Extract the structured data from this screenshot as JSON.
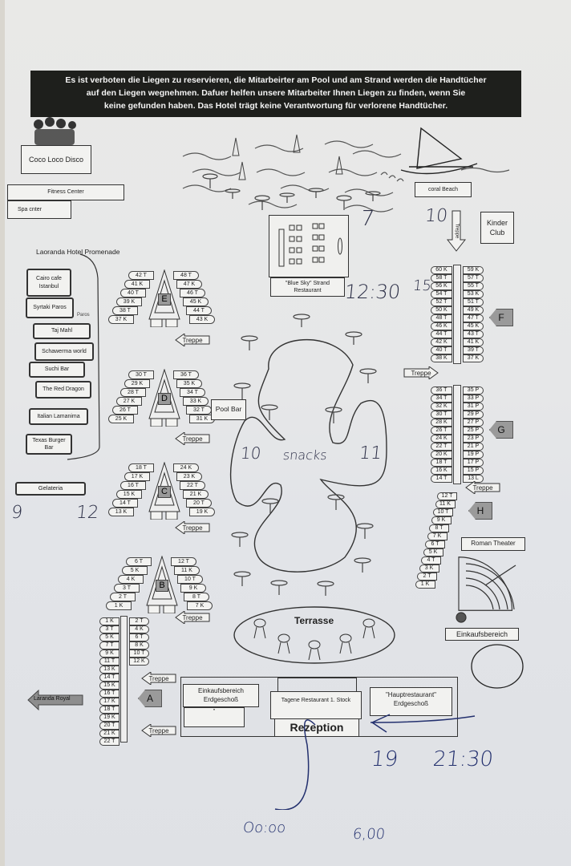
{
  "banner": {
    "line1": "Es ist verboten die Liegen zu reservieren, die Mitarbeirter am Pool und am Strand werden die Handtücher",
    "line2": "auf den Liegen wegnehmen. Dafuer helfen unsere Mitarbeiter Ihnen Liegen zu finden, wenn Sie",
    "line3": "keine gefunden haben. Das Hotel trägt keine Verantwortung für verlorene Handtücher."
  },
  "places": {
    "coco_loco": "Coco Loco Disco",
    "fitness": "Fitness Center",
    "spa": "Spa cnter",
    "coral_beach": "coral Beach",
    "kinder_club": "Kinder Club",
    "blue_sky": "\"Blue Sky\" Strand Restaurant",
    "promenade": "Laoranda Hotel Promenade",
    "paros": "Paros",
    "pool_bar": "Pool Bar",
    "gelateria": "Gelateria",
    "roman_theater": "Roman Theater",
    "einkauf": "Einkaufsbereich",
    "terrasse": "Terrasse",
    "laranda_royal": "Laranda Royal",
    "einkauf_eg": "Einkaufsbereich Erdgeschoß",
    "einkauf_eg_sub": "\"",
    "tagene": "Tagene Restaurant 1. Stock",
    "haupt": "\"Hauptrestaurant\" Erdgeschoß",
    "rezeption": "Rezeption",
    "treppe": "Treppe"
  },
  "restaurants": [
    "Cairo cafe Istanbul",
    "Syrtaki Paros",
    "Taj Mahl",
    "Schawerma world",
    "Suchi Bar",
    "The Red Dragon",
    "Italian Lamanima",
    "Texas Burger Bar"
  ],
  "pyramids": [
    {
      "letter": "E",
      "left": [
        "42 T",
        "41 K",
        "40 T",
        "39 K",
        "38 T",
        "37 K"
      ],
      "right": [
        "48 T",
        "47 K",
        "46 T",
        "45 K",
        "44 T",
        "43 K"
      ]
    },
    {
      "letter": "D",
      "left": [
        "30 T",
        "29 K",
        "28 T",
        "27 K",
        "26 T",
        "25 K"
      ],
      "right": [
        "36 T",
        "35 K",
        "34 T",
        "33 K",
        "32 T",
        "31 K"
      ]
    },
    {
      "letter": "C",
      "left": [
        "18 T",
        "17 K",
        "16 T",
        "15 K",
        "14 T",
        "13 K"
      ],
      "right": [
        "24 K",
        "23 K",
        "22 T",
        "21 K",
        "20 T",
        "19 K"
      ]
    },
    {
      "letter": "B",
      "left": [
        "6 T",
        "5 K",
        "4 K",
        "3 T",
        "2 T",
        "1 K"
      ],
      "right": [
        "12 T",
        "11 K",
        "10 T",
        "9 K",
        "8 T",
        "7 K"
      ]
    }
  ],
  "columns": [
    {
      "letter": "A",
      "left": [
        "1 K",
        "3 T",
        "5 K",
        "7 T",
        "9 K",
        "11 T",
        "13 K",
        "14 T",
        "15 K",
        "16 T",
        "17 K",
        "18 T",
        "19 K",
        "20 T",
        "21 K",
        "22 T"
      ],
      "right": [
        "2 T",
        "4 K",
        "6 T",
        "8 K",
        "10 T",
        "12 K"
      ]
    },
    {
      "letter": "F",
      "left": [
        "60 K",
        "58 T",
        "56 K",
        "54 T",
        "52 T",
        "50 K",
        "48 T",
        "46 K",
        "44 T",
        "42 K",
        "40 T",
        "38 K"
      ],
      "right": [
        "59 K",
        "57 T",
        "55 T",
        "53 K",
        "51 T",
        "49 K",
        "47 T",
        "45 K",
        "43 T",
        "41 K",
        "39 T",
        "37 K"
      ]
    },
    {
      "letter": "G",
      "left": [
        "36 T",
        "34 T",
        "32 K",
        "30 T",
        "28 K",
        "26 T",
        "24 K",
        "22 T",
        "20 K",
        "18 T",
        "16 K",
        "14 T"
      ],
      "right": [
        "35 P",
        "33 P",
        "31 P",
        "29 P",
        "27 P",
        "25 P",
        "23 P",
        "21 P",
        "19 P",
        "17 P",
        "15 P",
        "13 L"
      ]
    },
    {
      "letter": "H",
      "left": [
        "12 T",
        "11 K",
        "10 T",
        "9 K",
        "8 T",
        "7 K",
        "6 T",
        "5 K",
        "4 T",
        "3 K",
        "2 T",
        "1 K"
      ],
      "right": []
    }
  ],
  "handwritten": {
    "n7": "7",
    "n10": "10",
    "t1230": "12:30",
    "n15": "15",
    "n9": "9",
    "n12": "12",
    "pool10": "10",
    "snacks": "snacks",
    "pool11": "11",
    "n19": "19",
    "t2130": "21:30",
    "t0000": "Oo:oo",
    "t600": "6,00"
  }
}
